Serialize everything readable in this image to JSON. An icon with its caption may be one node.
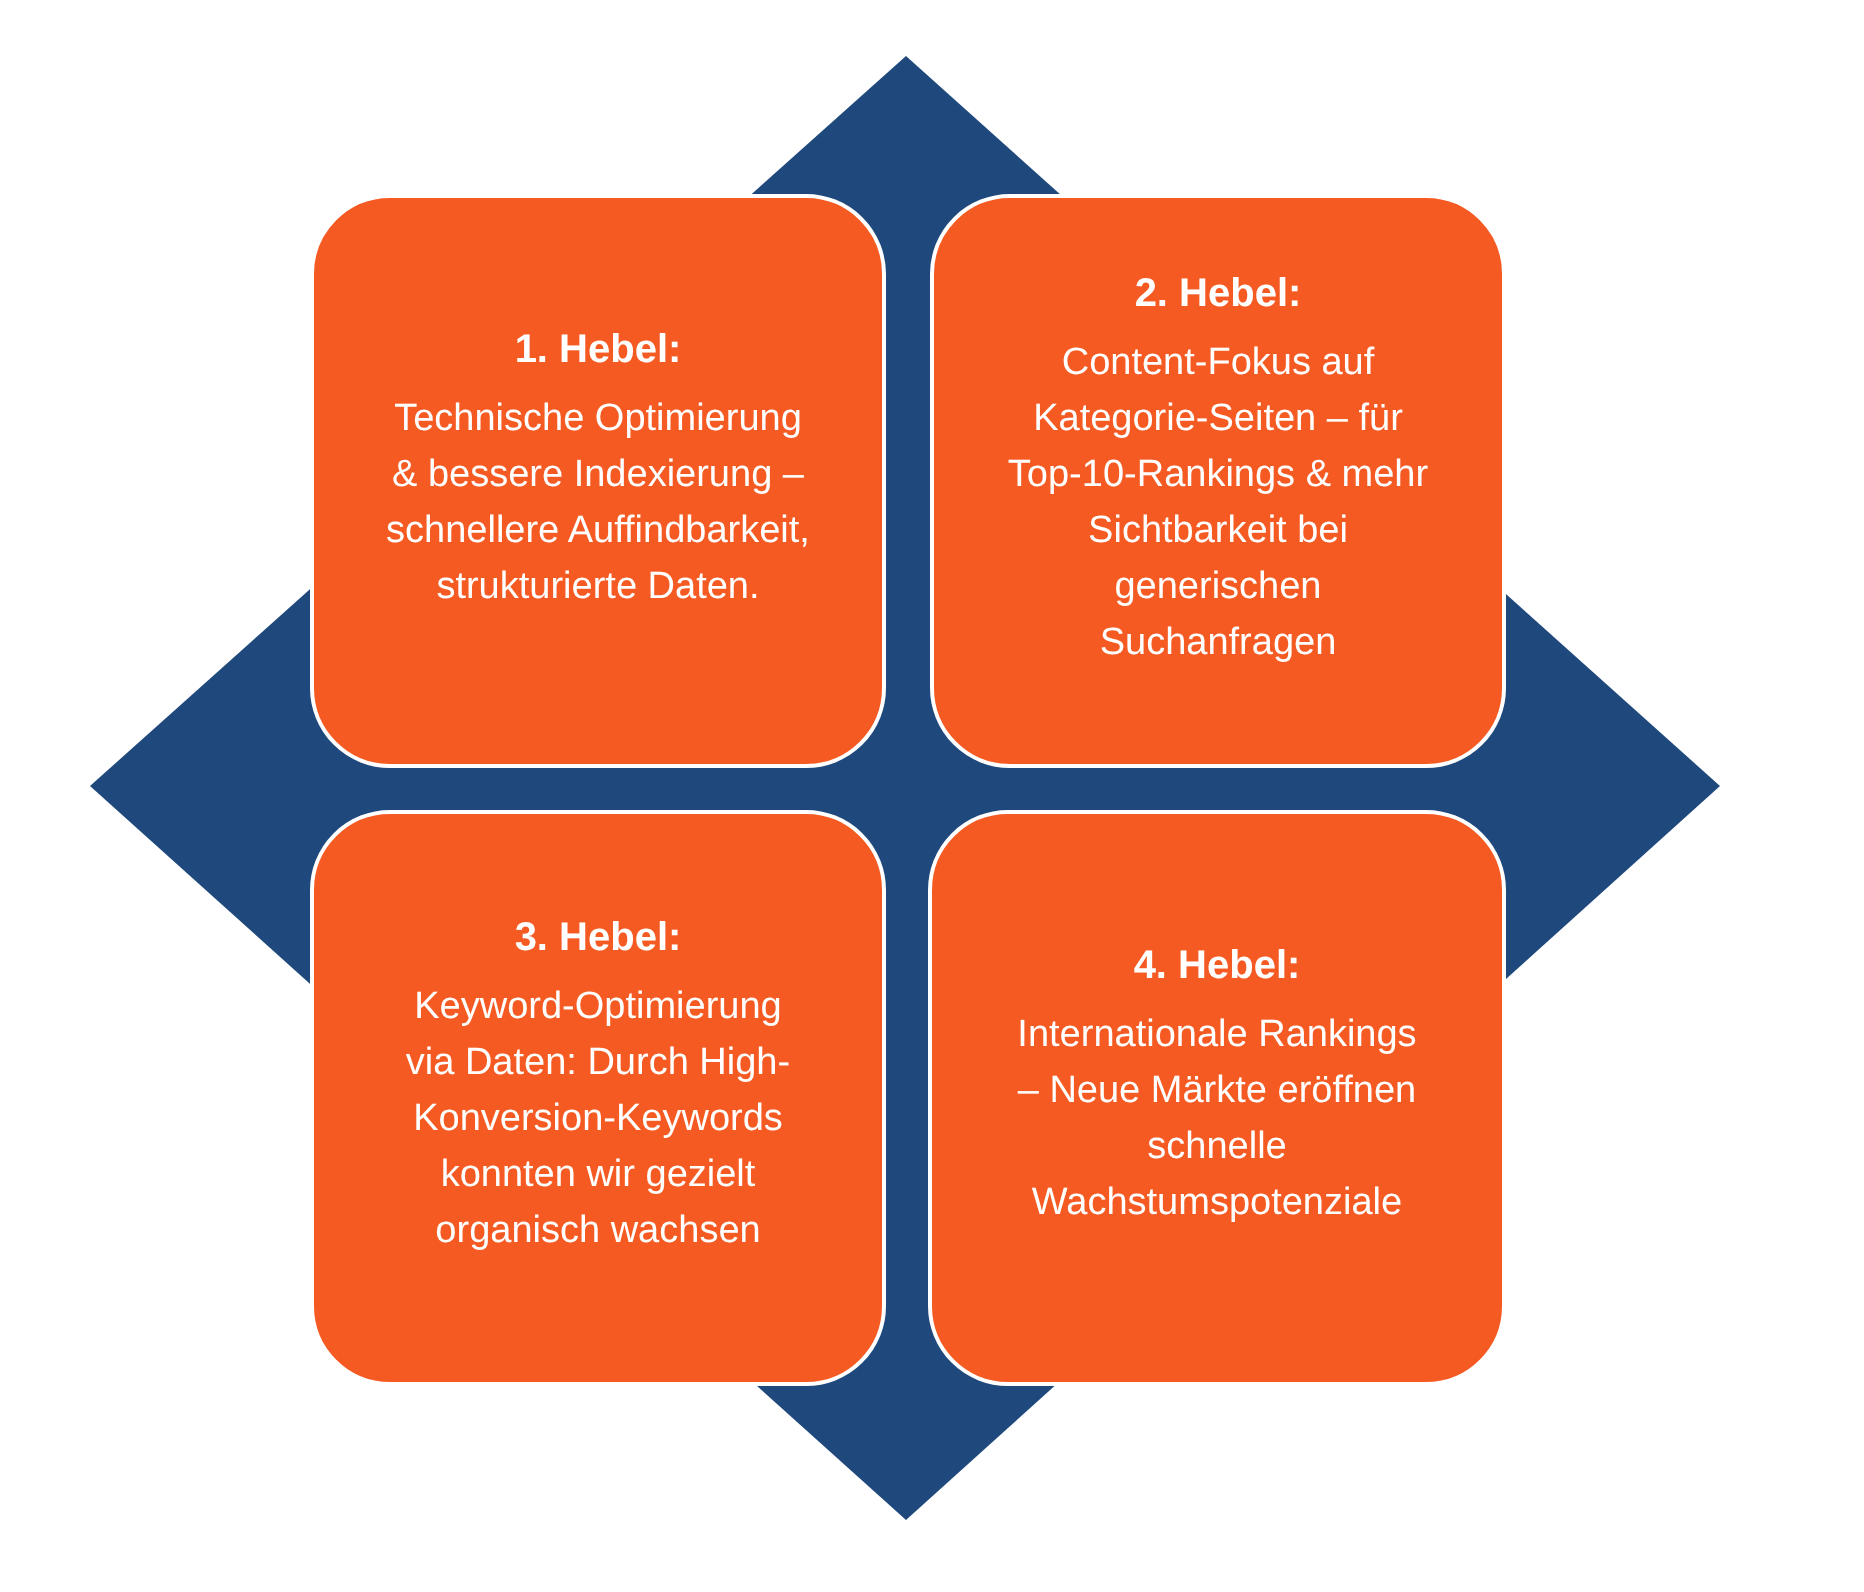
{
  "diagram": {
    "nodes": [
      {
        "text": [
          "1. Hebel:",
          "Technische Optimierung & bessere Indexierung – schnellere Auffindbarkeit, strukturierte Daten."
        ]
      },
      {
        "text": [
          "2. Hebel:",
          "Content-Fokus auf Kategorie-Seiten – für Top-10-Rankings & mehr Sichtbarkeit bei generischen Suchanfragen"
        ]
      },
      {
        "text": [
          "3. Hebel:",
          "Keyword-Optimierung via Daten: Durch High-Konversion-Keywords konnten wir gezielt organisch wachsen"
        ]
      },
      {
        "text": [
          "4. Hebel:",
          "Internationale Rankings – Neue Märkte eröffnen schnelle Wachstumspotenziale"
        ]
      }
    ],
    "edges": []
  }
}
